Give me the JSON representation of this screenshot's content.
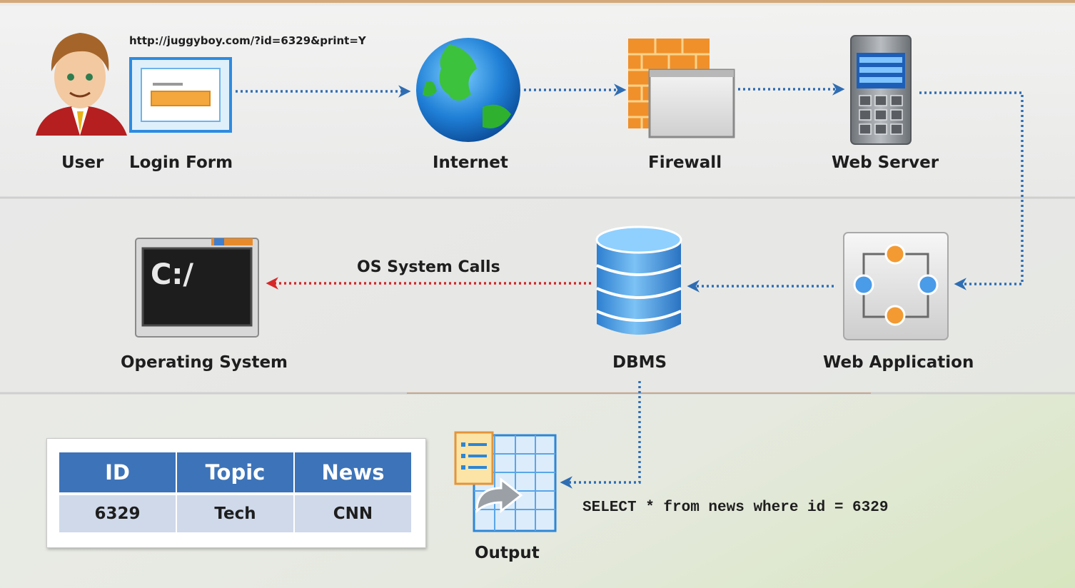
{
  "request_url": "http://juggyboy.com/?id=6329&print=Y",
  "nodes": {
    "user": "User",
    "login_form": "Login Form",
    "internet": "Internet",
    "firewall": "Firewall",
    "web_server": "Web Server",
    "web_application": "Web Application",
    "dbms": "DBMS",
    "operating_system": "Operating System",
    "output": "Output"
  },
  "edge_labels": {
    "os_system_calls": "OS System Calls"
  },
  "terminal_prompt": "C:/",
  "sql_query": "SELECT * from news where id = 6329",
  "result_table": {
    "headers": [
      "ID",
      "Topic",
      "News"
    ],
    "rows": [
      [
        "6329",
        "Tech",
        "CNN"
      ]
    ]
  },
  "colors": {
    "flow_arrow": "#2f6db3",
    "os_call_arrow": "#d62828",
    "table_header": "#3d73b8",
    "table_cell": "#cfd9ea"
  }
}
